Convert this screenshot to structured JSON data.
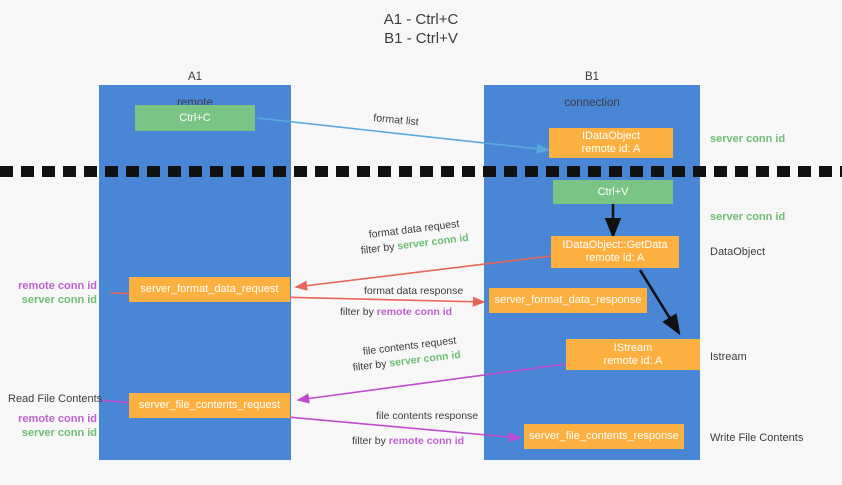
{
  "title": "A1 - Ctrl+C\nB1 - Ctrl+V",
  "columns": [
    {
      "name": "A1",
      "sub": "remote"
    },
    {
      "name": "B1",
      "sub": "connection"
    }
  ],
  "boxes": {
    "ctrl_c": "Ctrl+C",
    "ctrl_v": "Ctrl+V",
    "idataobject": "IDataObject\nremote id: A",
    "getdata": "IDataObject::GetData\nremote id: A",
    "istream": "IStream\nremote id: A",
    "server_format_data_request": "server_format_data_request",
    "server_format_data_response": "server_format_data_response",
    "server_file_contents_request": "server_file_contents_request",
    "server_file_contents_response": "server_file_contents_response"
  },
  "arrow_labels": {
    "format_list": "format list",
    "format_data_request": "format data request",
    "format_data_request_filter_prefix": "filter by ",
    "format_data_request_filter_value": "server conn id",
    "format_data_response": "format data response",
    "format_data_response_filter_prefix": "filter by ",
    "format_data_response_filter_value": "remote conn id",
    "file_contents_request": "file contents request",
    "file_contents_request_filter_prefix": "filter by ",
    "file_contents_request_filter_value": "server conn id",
    "file_contents_response": "file contents response",
    "file_contents_response_filter_prefix": "filter by ",
    "file_contents_response_filter_value": "remote conn id"
  },
  "right_labels": {
    "server_conn_id_top": "server conn id",
    "server_conn_id_second": "server conn id",
    "dataobject": "DataObject",
    "istream": "Istream",
    "write_file_contents": "Write File Contents"
  },
  "left_labels": {
    "remote_conn_id_1": "remote conn id",
    "server_conn_id_1": "server conn id",
    "read_file_contents": "Read File Contents",
    "remote_conn_id_2": "remote conn id",
    "server_conn_id_2": "server conn id"
  },
  "colors": {
    "lane": "#4a86d6",
    "orange": "#fbb040",
    "green_box": "#7ac486",
    "green_text": "#6cbf73",
    "magenta_text": "#c060d0",
    "arrow_blue": "#5aa9dd",
    "arrow_red": "#e8655a",
    "arrow_magenta": "#c04bd0",
    "arrow_black": "#111111",
    "background": "#f7f7f7"
  }
}
